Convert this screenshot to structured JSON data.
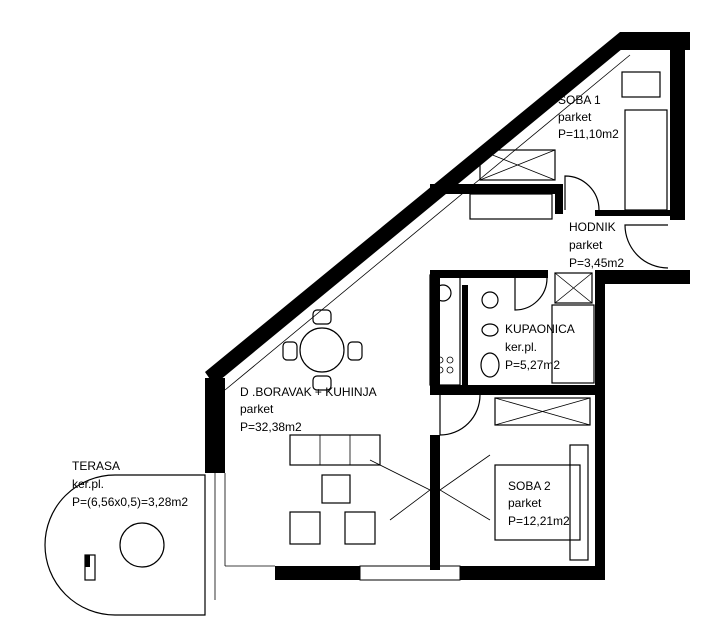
{
  "rooms": {
    "soba1": {
      "name": "SOBA 1",
      "floor": "parket",
      "area": "P=11,10m2"
    },
    "hodnik": {
      "name": "HODNIK",
      "floor": "parket",
      "area": "P=3,45m2"
    },
    "kupaonica": {
      "name": "KUPAONICA",
      "floor": "ker.pl.",
      "area": "P=5,27m2"
    },
    "boravak": {
      "name": "D .BORAVAK + KUHINJA",
      "floor": "parket",
      "area": "P=32,38m2"
    },
    "soba2": {
      "name": "SOBA 2",
      "floor": "parket",
      "area": "P=12,21m2"
    },
    "terasa": {
      "name": "TERASA",
      "floor": "ker.pl.",
      "area": "P=(6,56x0,5)=3,28m2"
    }
  }
}
